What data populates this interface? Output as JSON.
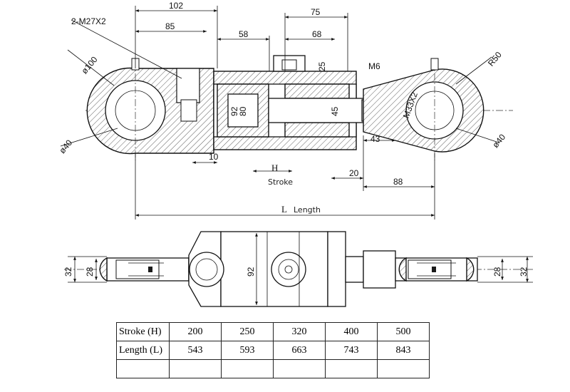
{
  "dimensions": {
    "d102": "102",
    "d85": "85",
    "d75": "75",
    "d68": "68",
    "d58": "58",
    "d25": "25",
    "d92": "92",
    "d80": "80",
    "d45": "45",
    "d10": "10",
    "d20": "20",
    "d43": "43",
    "d88": "88",
    "dia100": "ø100",
    "dia40_left": "ø40",
    "dia40_right": "ø40",
    "r50": "R50",
    "m6": "M6",
    "port_thread": "2-M27X2",
    "rod_thread": "M33X2",
    "stroke_h": "H",
    "stroke_word": "Stroke",
    "length_l": "L",
    "length_word": "Length",
    "side_32_left": "32",
    "side_28_left": "28",
    "side_92": "92",
    "side_28_right": "28",
    "side_32_right": "32"
  },
  "table": {
    "row1": {
      "label": "Stroke",
      "symbol": "(H)",
      "values": [
        "200",
        "250",
        "320",
        "400",
        "500"
      ]
    },
    "row2": {
      "label": "Length",
      "symbol": "(L)",
      "values": [
        "543",
        "593",
        "663",
        "743",
        "843"
      ]
    }
  }
}
